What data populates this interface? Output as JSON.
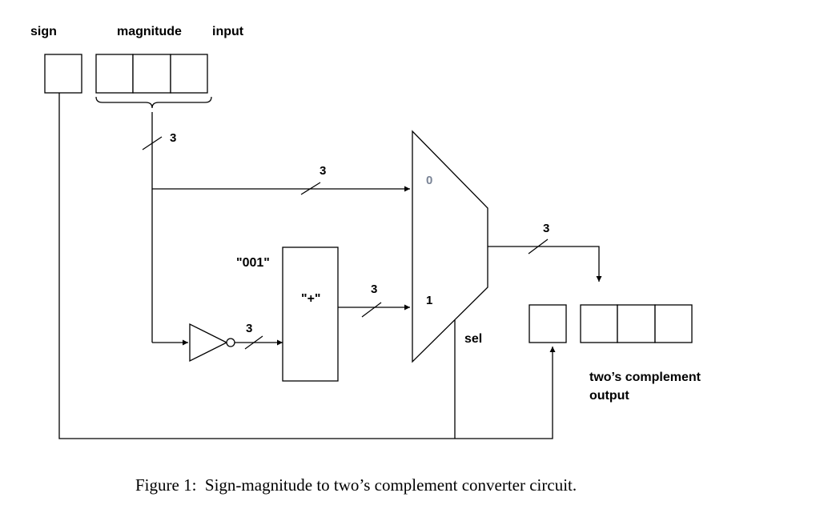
{
  "labels": {
    "sign": "sign",
    "magnitude": "magnitude",
    "input": "input",
    "constant": "\"001\"",
    "adder": "\"+\"",
    "mux_in0": "0",
    "mux_in1": "1",
    "sel": "sel",
    "output_line1": "two’s complement",
    "output_line2": "output"
  },
  "bus_widths": {
    "magnitude_bus": "3",
    "mux_in0_bus": "3",
    "inverter_out_bus": "3",
    "adder_out_bus": "3",
    "mux_out_bus": "3"
  },
  "caption": "Figure 1:  Sign-magnitude to two’s complement converter circuit."
}
